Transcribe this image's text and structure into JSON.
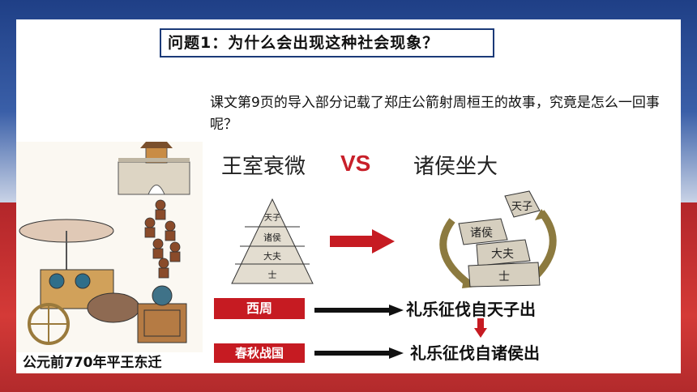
{
  "question": "问题1：为什么会出现这种社会现象？",
  "intro": "课文第9页的导入部分记载了郑庄公箭射周桓王的故事，究竟是怎么一回事呢？",
  "comparison": {
    "left": "王室衰微",
    "vs": "VS",
    "right": "诸侯坐大"
  },
  "pyramid_left": {
    "levels": [
      "天子",
      "诸侯",
      "大夫",
      "士"
    ]
  },
  "pyramid_right": {
    "levels": [
      "天子",
      "诸侯",
      "大夫",
      "士"
    ]
  },
  "periods": [
    {
      "label": "西周",
      "result": "礼乐征伐自天子出"
    },
    {
      "label": "春秋战国",
      "result": "礼乐征伐自诸侯出"
    }
  ],
  "illustration_caption": "公元前770年平王东迁",
  "colors": {
    "accent_red": "#c61b22",
    "frame_blue": "#1b3a78",
    "stone": "#d9d3c4"
  }
}
